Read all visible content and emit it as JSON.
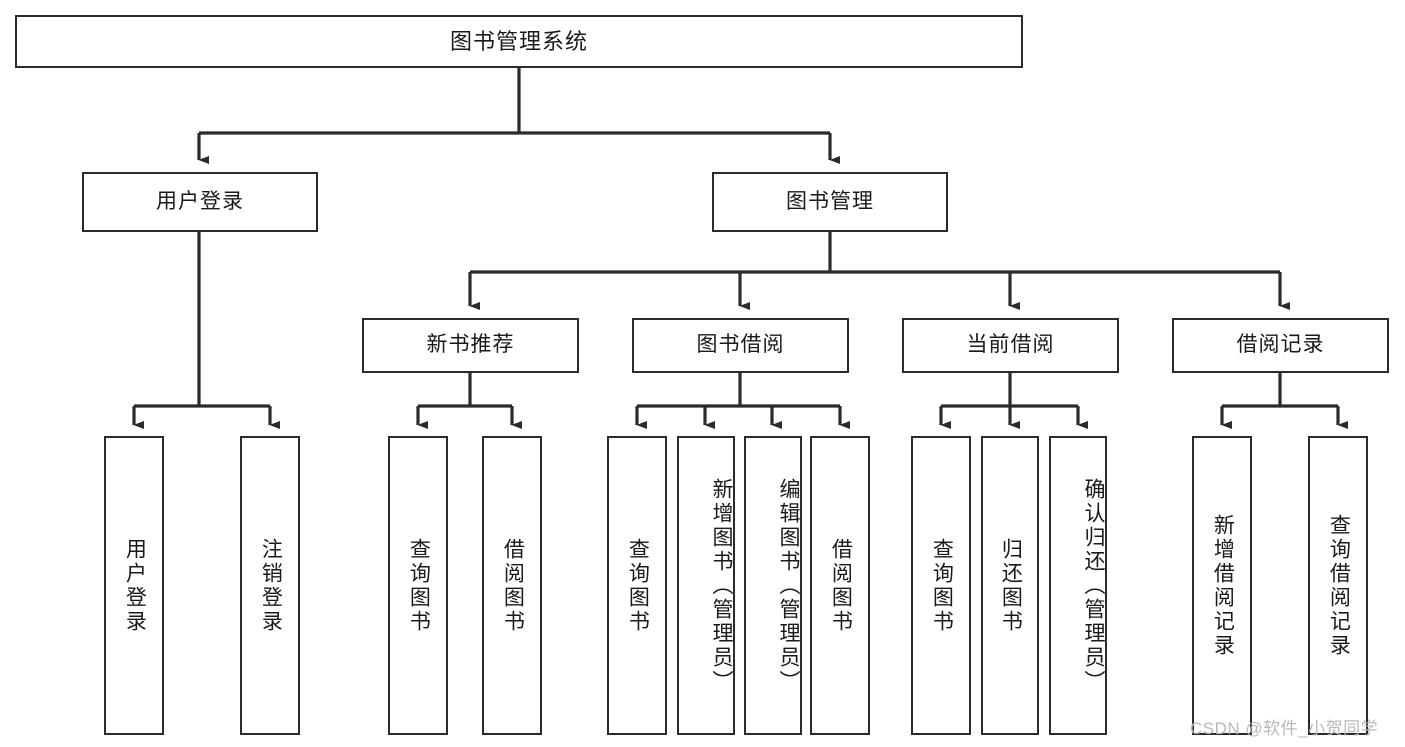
{
  "diagram": {
    "type": "hierarchy-tree",
    "title": "图书管理系统",
    "accent_color": "#2b2b2b",
    "background_color": "#ffffff",
    "levels": [
      {
        "level": 1,
        "nodes": [
          {
            "id": "root",
            "label": "图书管理系统",
            "orientation": "horizontal"
          }
        ]
      },
      {
        "level": 2,
        "nodes": [
          {
            "id": "user-login",
            "label": "用户登录",
            "orientation": "horizontal",
            "parent": "root"
          },
          {
            "id": "book-mgmt",
            "label": "图书管理",
            "orientation": "horizontal",
            "parent": "root"
          }
        ]
      },
      {
        "level": 3,
        "nodes": [
          {
            "id": "new-book-rec",
            "label": "新书推荐",
            "orientation": "horizontal",
            "parent": "book-mgmt"
          },
          {
            "id": "book-borrow",
            "label": "图书借阅",
            "orientation": "horizontal",
            "parent": "book-mgmt"
          },
          {
            "id": "current-borrow",
            "label": "当前借阅",
            "orientation": "horizontal",
            "parent": "book-mgmt"
          },
          {
            "id": "borrow-record",
            "label": "借阅记录",
            "orientation": "horizontal",
            "parent": "book-mgmt"
          }
        ]
      },
      {
        "level": 4,
        "nodes": [
          {
            "id": "leaf-1",
            "label": "用户登录",
            "orientation": "vertical",
            "parent": "user-login"
          },
          {
            "id": "leaf-2",
            "label": "注销登录",
            "orientation": "vertical",
            "parent": "user-login"
          },
          {
            "id": "leaf-3",
            "label": "查询图书",
            "orientation": "vertical",
            "parent": "new-book-rec"
          },
          {
            "id": "leaf-4",
            "label": "借阅图书",
            "orientation": "vertical",
            "parent": "new-book-rec"
          },
          {
            "id": "leaf-5",
            "label": "查询图书",
            "orientation": "vertical",
            "parent": "book-borrow"
          },
          {
            "id": "leaf-6",
            "label": "新增图书（管理员）",
            "orientation": "vertical",
            "parent": "book-borrow"
          },
          {
            "id": "leaf-7",
            "label": "编辑图书（管理员）",
            "orientation": "vertical",
            "parent": "book-borrow"
          },
          {
            "id": "leaf-8",
            "label": "借阅图书",
            "orientation": "vertical",
            "parent": "book-borrow"
          },
          {
            "id": "leaf-9",
            "label": "查询图书",
            "orientation": "vertical",
            "parent": "current-borrow"
          },
          {
            "id": "leaf-10",
            "label": "归还图书",
            "orientation": "vertical",
            "parent": "current-borrow"
          },
          {
            "id": "leaf-11",
            "label": "确认归还（管理员）",
            "orientation": "vertical",
            "parent": "current-borrow"
          },
          {
            "id": "leaf-12",
            "label": "新增借阅记录",
            "orientation": "vertical",
            "parent": "borrow-record"
          },
          {
            "id": "leaf-13",
            "label": "查询借阅记录",
            "orientation": "vertical",
            "parent": "borrow-record"
          }
        ]
      }
    ]
  },
  "watermark": {
    "text": "CSDN @软件_小贺同学"
  }
}
